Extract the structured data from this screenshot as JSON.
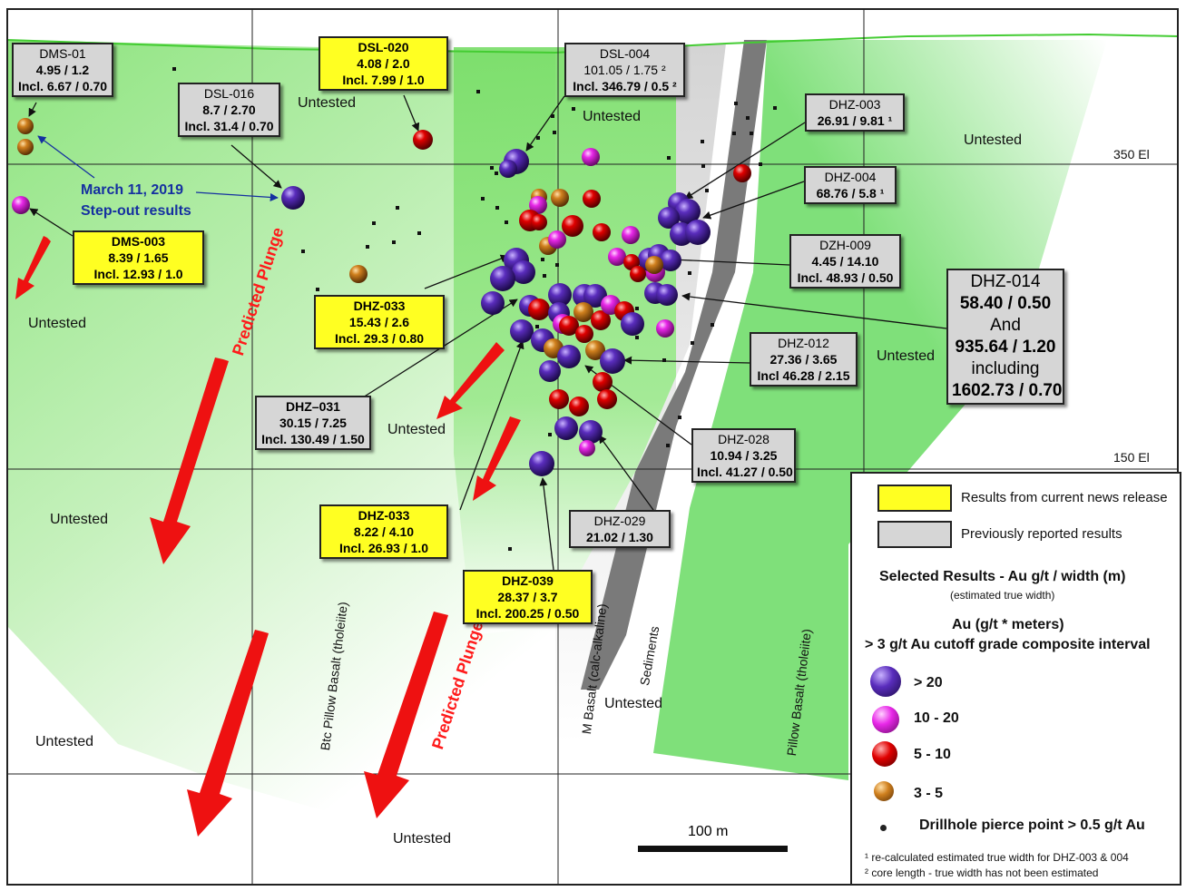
{
  "elevation_labels": {
    "upper": "350 El",
    "lower": "150 El"
  },
  "untested_label": "Untested",
  "plunge_label_1": "Predicted Plunge",
  "plunge_label_2": "Predicted Plunge",
  "announcement": {
    "date": "March 11, 2019",
    "subtitle": "Step-out results"
  },
  "units": {
    "btc": "Btc Pillow Basalt (tholeiite)",
    "m_basalt": "M Basalt (calc-alkaline)",
    "sediments": "Sediments",
    "pillow": "Pillow Basalt (tholeiite)"
  },
  "scale_bar": "100 m",
  "labels": {
    "dms01": {
      "name": "DMS-01",
      "l2": "4.95 / 1.2",
      "l3": "Incl. 6.67 / 0.70"
    },
    "dsl020": {
      "name": "DSL-020",
      "l2": "4.08 / 2.0",
      "l3": "Incl. 7.99 / 1.0"
    },
    "dsl004": {
      "name": "DSL-004",
      "l2": "101.05 / 1.75 ²",
      "l3": "Incl. 346.79 / 0.5 ²"
    },
    "dsl016": {
      "name": "DSL-016",
      "l2": "8.7  / 2.70",
      "l3": "Incl. 31.4 / 0.70"
    },
    "dhz003a": {
      "name": "DHZ-003",
      "l2": "26.91 / 9.81 ¹"
    },
    "dhz004": {
      "name": "DHZ-004",
      "l2": "68.76 / 5.8 ¹"
    },
    "dms003": {
      "name": "DMS-003",
      "l2": "8.39 / 1.65",
      "l3": "Incl. 12.93 / 1.0"
    },
    "dzh009": {
      "name": "DZH-009",
      "l2": "4.45 / 14.10",
      "l3": "Incl. 48.93 / 0.50"
    },
    "dhz014": {
      "name": "DHZ-014",
      "l2": "58.40 / 0.50",
      "l3": "And",
      "l4": "935.64 / 1.20",
      "l5": "including",
      "l6": "1602.73 / 0.70"
    },
    "dhz033a": {
      "name": "DHZ-033",
      "l2": "15.43 / 2.6",
      "l3": "Incl. 29.3 / 0.80"
    },
    "dhz012": {
      "name": "DHZ-012",
      "l2": "27.36 / 3.65",
      "l3": "Incl 46.28 / 2.15"
    },
    "dhz031": {
      "name": "DHZ–031",
      "l2": "30.15 / 7.25",
      "l3": "Incl. 130.49 / 1.50"
    },
    "dhz028": {
      "name": "DHZ-028",
      "l2": "10.94 / 3.25",
      "l3": "Incl. 41.27 / 0.50"
    },
    "dhz033b": {
      "name": "DHZ-033",
      "l2": "8.22 / 4.10",
      "l3": "Incl. 26.93 / 1.0"
    },
    "dhz029": {
      "name": "DHZ-029",
      "l2": "21.02 / 1.30"
    },
    "dhz039": {
      "name": "DHZ-039",
      "l2": "28.37 / 3.7",
      "l3": "Incl. 200.25 / 0.50"
    }
  },
  "legend": {
    "current": "Results from current news release",
    "previous": "Previously reported results",
    "heading": "Selected Results - Au g/t / width (m)",
    "heading_sub": "(estimated true width)",
    "au_title": "Au (g/t  * meters)",
    "au_sub": "> 3 g/t Au cutoff grade composite interval",
    "bins": [
      "> 20",
      "10 - 20",
      "5 - 10",
      "3 - 5"
    ],
    "pierce": "Drillhole pierce point > 0.5 g/t Au",
    "note1": "¹ re-calculated estimated true width for DHZ-003 & 004",
    "note2": "² core length - true width has not been estimated"
  },
  "colors": {
    "current": "#ffff22",
    "previous": "#d6d6d6",
    "gt20": "#4a1f9e",
    "g10_20": "#e01ee0",
    "g5_10": "#e00000",
    "g3_5": "#c8741a",
    "green_zone": "#7fe07a",
    "surface": "#44cc33",
    "arrow": "#ee1111"
  }
}
